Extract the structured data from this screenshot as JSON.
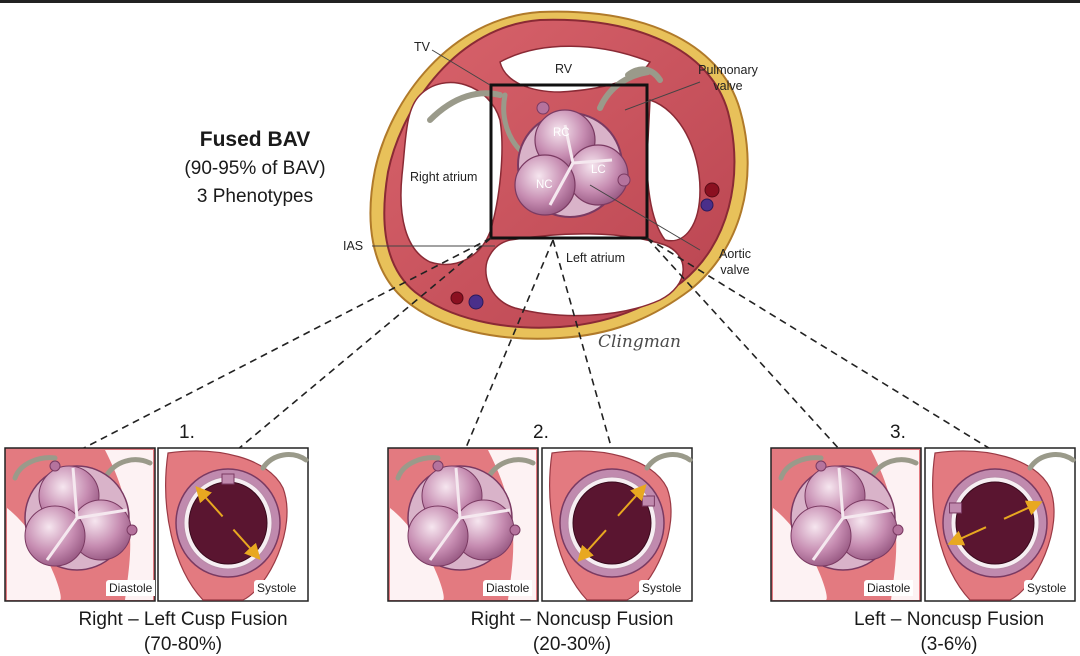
{
  "figure": {
    "title": "Fused BAV",
    "subtitle_1": "(90-95% of BAV)",
    "subtitle_2": "3 Phenotypes",
    "labels": {
      "tv": "TV",
      "rv": "RV",
      "pulmonary_valve": "Pulmonary valve",
      "right_atrium": "Right atrium",
      "ias": "IAS",
      "left_atrium": "Left atrium",
      "aortic_valve": "Aortic valve",
      "rc": "RC",
      "lc": "LC",
      "nc": "NC"
    },
    "signature": "Clingman",
    "colors": {
      "myocardium": "#c8505a",
      "fat": "#e8c15a",
      "valve": "#b5739d",
      "valve_opening": "#5a1530",
      "arrow": "#e8a820"
    },
    "phenotypes": [
      {
        "number": "1.",
        "diastole": "Diastole",
        "systole": "Systole",
        "name": "Right – Left Cusp Fusion",
        "prevalence": "(70-80%)"
      },
      {
        "number": "2.",
        "diastole": "Diastole",
        "systole": "Systole",
        "name": "Right – Noncusp Fusion",
        "prevalence": "(20-30%)"
      },
      {
        "number": "3.",
        "diastole": "Diastole",
        "systole": "Systole",
        "name": "Left – Noncusp Fusion",
        "prevalence": "(3-6%)"
      }
    ]
  }
}
